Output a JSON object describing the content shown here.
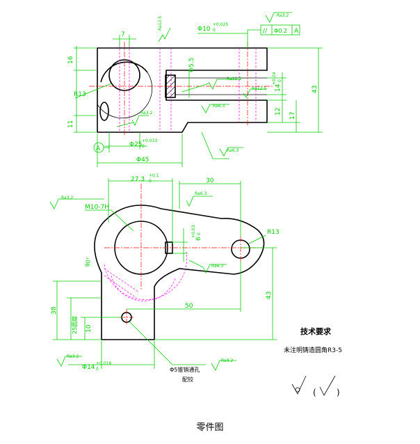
{
  "top_view": {
    "d_7": "7",
    "ra_12_5": "Ra12.5",
    "phi10": "Φ10",
    "phi10_tol": "+0.025",
    "phi10_tol2": "0",
    "ra_3_2": "Ra3.2",
    "tol_symbol": "//",
    "tol_value": "Φ0.2",
    "tol_datum": "A",
    "d_16": "16",
    "d_phi5_5": "Φ5.5",
    "ra_12_5b": "Ra12.5",
    "ra_12_5c": "Ra12.5",
    "d_14": "14",
    "d_14_tol": "+0.24",
    "d_14_tol2": "0",
    "d_43": "43",
    "d_r13": "R13",
    "ra_6_3": "Ra6.3",
    "d_12": "12",
    "d_17": "17",
    "d_11": "11",
    "ra_3_2b": "Ra3.2",
    "d_phi25": "Φ25",
    "d_phi25_tol": "+0.033",
    "d_phi25_tol2": "0",
    "datum_a": "A",
    "ra_6_3b": "Ra6.3",
    "d_phi45": "Φ45"
  },
  "front_view": {
    "d_27_3": "27.3",
    "d_27_3_tol": "+0.1",
    "d_27_3_tol2": "0",
    "d_30": "30",
    "ra_3_2": "Ra3.2",
    "ra_6_3": "Ra6.3",
    "d_m10": "M10-7H",
    "d_r13": "R13",
    "d_6": "6",
    "d_6_tol": "+0.03",
    "d_6_tol2": "0",
    "d_90": "90°",
    "ra_6_3b": "Ra6.3",
    "d_38": "38",
    "d_25": "25圆度",
    "d_50": "50",
    "d_43": "43",
    "d_10": "10",
    "ra_3_2b": "Ra3.2",
    "d_phi14": "Φ14",
    "d_phi14_tol": "+0.018",
    "d_phi14_tol2": "0",
    "pin_note": "Φ5锥销通孔",
    "pin_note2": "配铰",
    "ra_3_2c": "Ra3.2"
  },
  "notes": {
    "title": "技术要求",
    "line1": "未注明铸造圆角R3-5"
  },
  "surface_symbols": {
    "paren_open": "(",
    "paren_close": ")"
  },
  "caption": "零件图"
}
